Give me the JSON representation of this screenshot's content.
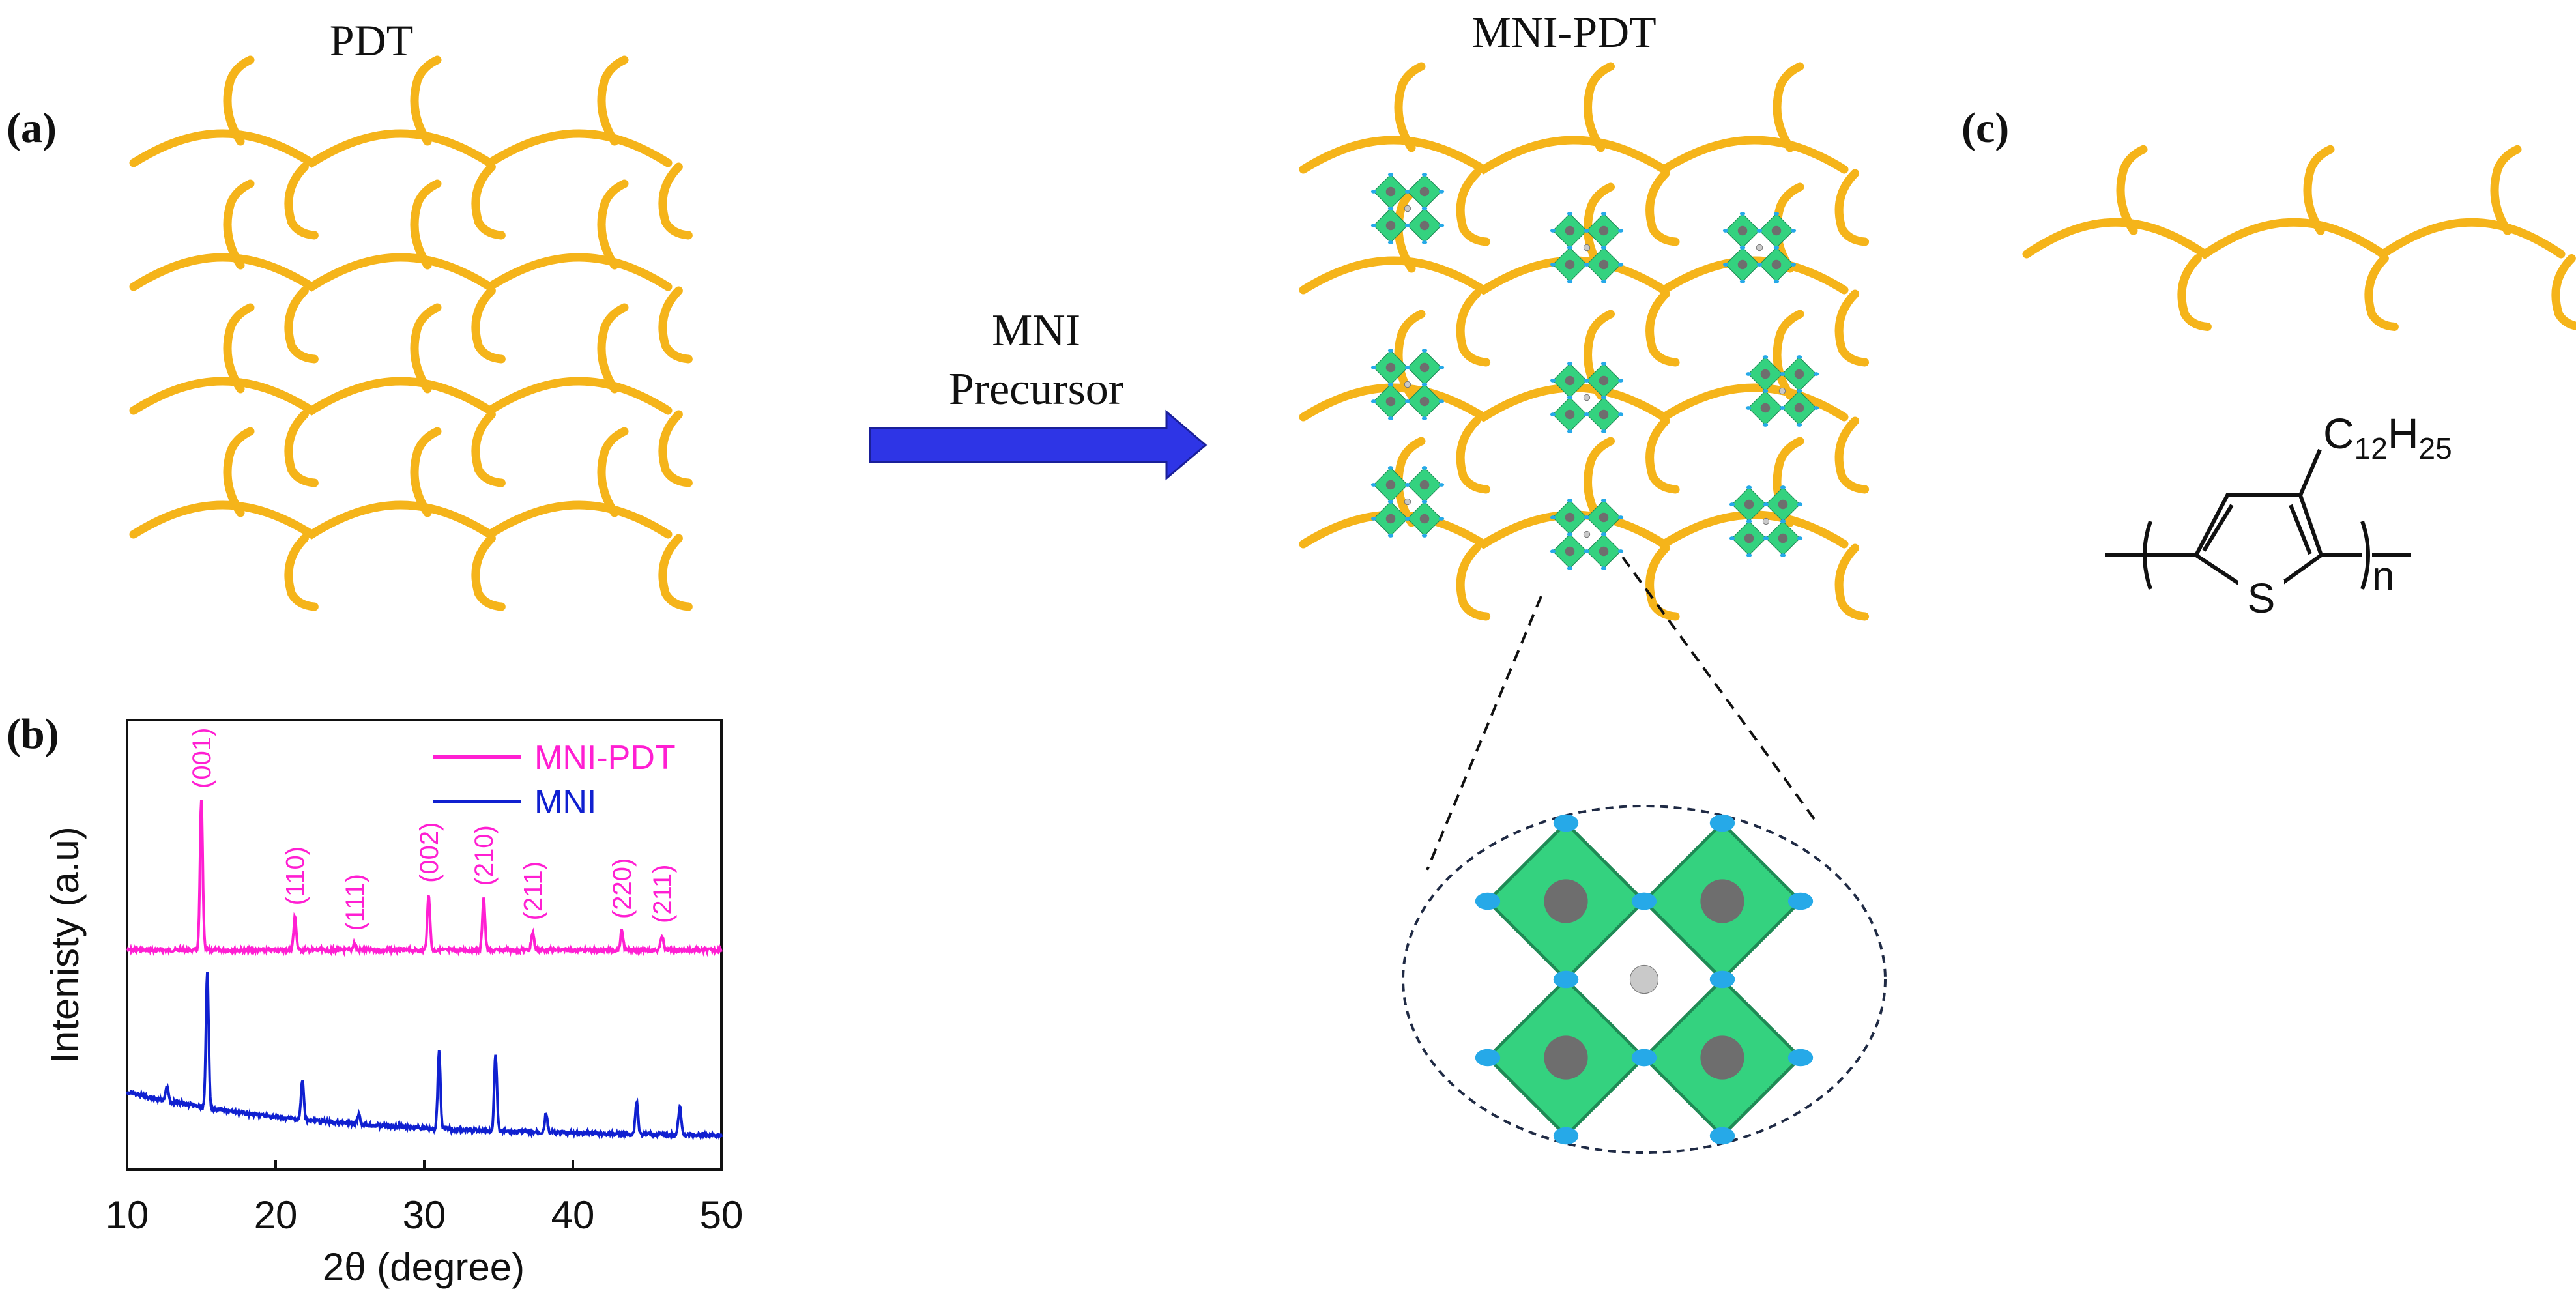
{
  "panels": {
    "a": {
      "letter": "(a)",
      "title_left": "PDT",
      "title_right": "MNI-PDT",
      "arrow_line1": "MNI",
      "arrow_line2": "Precursor"
    },
    "b": {
      "letter": "(b)"
    },
    "c": {
      "letter": "(c)",
      "substituent": "C",
      "sub_c": "12",
      "sub_h_label": "H",
      "sub_h": "25",
      "heteroatom": "S",
      "repeat": "n"
    }
  },
  "colors": {
    "polymer": "#F5B41A",
    "arrow": "#2E35E6",
    "octahedron": "#34D27F",
    "halide": "#26A9E8",
    "metal": "#6E6E6E",
    "mni_pdt_series": "#FF1FD2",
    "mni_series": "#1020D0"
  },
  "chart_data": {
    "type": "line",
    "title": "",
    "xlabel": "2θ (degree)",
    "ylabel": "Intenisty (a.u)",
    "xlim": [
      10,
      50
    ],
    "xticks": [
      10,
      20,
      30,
      40,
      50
    ],
    "yticks": [],
    "legend_position": "top-right",
    "series": [
      {
        "name": "MNI-PDT",
        "color": "#FF1FD2",
        "baseline": 0.0,
        "peaks": [
          {
            "x": 15.0,
            "height": 1.0
          },
          {
            "x": 21.3,
            "height": 0.22
          },
          {
            "x": 25.3,
            "height": 0.05
          },
          {
            "x": 30.3,
            "height": 0.37
          },
          {
            "x": 34.0,
            "height": 0.35
          },
          {
            "x": 37.3,
            "height": 0.12
          },
          {
            "x": 43.3,
            "height": 0.13
          },
          {
            "x": 46.0,
            "height": 0.1
          }
        ]
      },
      {
        "name": "MNI",
        "color": "#1020D0",
        "baseline_start": 0.3,
        "baseline_end": 0.0,
        "peaks": [
          {
            "x": 12.7,
            "height": 0.1
          },
          {
            "x": 15.4,
            "height": 0.9
          },
          {
            "x": 21.8,
            "height": 0.26
          },
          {
            "x": 25.6,
            "height": 0.07
          },
          {
            "x": 31.0,
            "height": 0.52
          },
          {
            "x": 34.8,
            "height": 0.5
          },
          {
            "x": 38.2,
            "height": 0.12
          },
          {
            "x": 44.3,
            "height": 0.22
          },
          {
            "x": 47.2,
            "height": 0.19
          }
        ]
      }
    ],
    "peak_labels": [
      {
        "x": 15.0,
        "text": "(001)"
      },
      {
        "x": 21.3,
        "text": "(110)"
      },
      {
        "x": 25.3,
        "text": "(111)"
      },
      {
        "x": 30.3,
        "text": "(002)"
      },
      {
        "x": 34.0,
        "text": "(210)"
      },
      {
        "x": 37.3,
        "text": "(211)"
      },
      {
        "x": 43.3,
        "text": "(220)"
      },
      {
        "x": 46.0,
        "text": "(211)"
      }
    ]
  }
}
